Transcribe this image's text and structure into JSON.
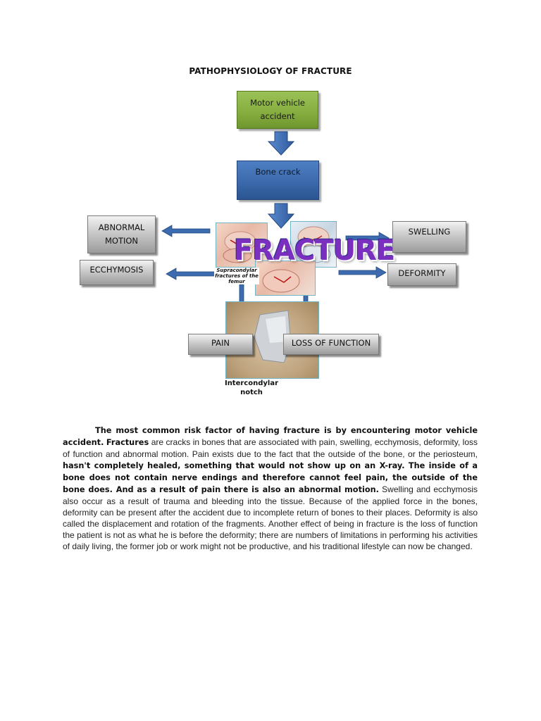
{
  "page": {
    "title": "PATHOPHYSIOLOGY OF FRACTURE"
  },
  "diagram": {
    "motor_vehicle": "Motor vehicle accident",
    "bone_crack": "Bone crack",
    "center_word": "FRACTURE",
    "image_caption_femur": "Supracondylar fractures of the femur",
    "image_caption_notch": "Intercondylar notch",
    "effects": {
      "abnormal_motion": "ABNORMAL MOTION",
      "ecchymosis": "ECCHYMOSIS",
      "swelling": "SWELLING",
      "deformity": "DEFORMITY",
      "pain": "PAIN",
      "loss_of_function": "LOSS OF FUNCTION"
    },
    "colors": {
      "green_box": "#84ac3e",
      "blue_box": "#3a67a9",
      "arrow_blue": "#3d6bb0",
      "gray_box": "#c9c9c9",
      "fracture_text": "#7b2fbf"
    }
  },
  "body": {
    "s1": "The most common risk factor of having fracture is by encountering motor vehicle accident.",
    "s2": "Fractures",
    "s3": " are cracks in bones that are associated with pain, swelling, ecchymosis, deformity, loss of function and abnormal motion. Pain exists due to the fact that the outside of the bone, or the periosteum, ",
    "s4": "hasn't completely healed, something that would not show up on an X-ray. The inside of a bone does not contain nerve endings and therefore cannot feel pain, the outside of the bone does. And as a result of pain there is also an abnormal motion.",
    "s5": " Swelling and ecchymosis also occur as a result of trauma and bleeding into the tissue. Because of the applied force in the bones, deformity can be present after the accident due to incomplete return of bones to their places. Deformity is also called the displacement and rotation of the fragments. Another effect of being in fracture is the loss of function the patient is not as what he is before the deformity; there are numbers of limitations in performing his activities of daily living, the former job or work might not be productive, and his traditional lifestyle can now be changed."
  }
}
